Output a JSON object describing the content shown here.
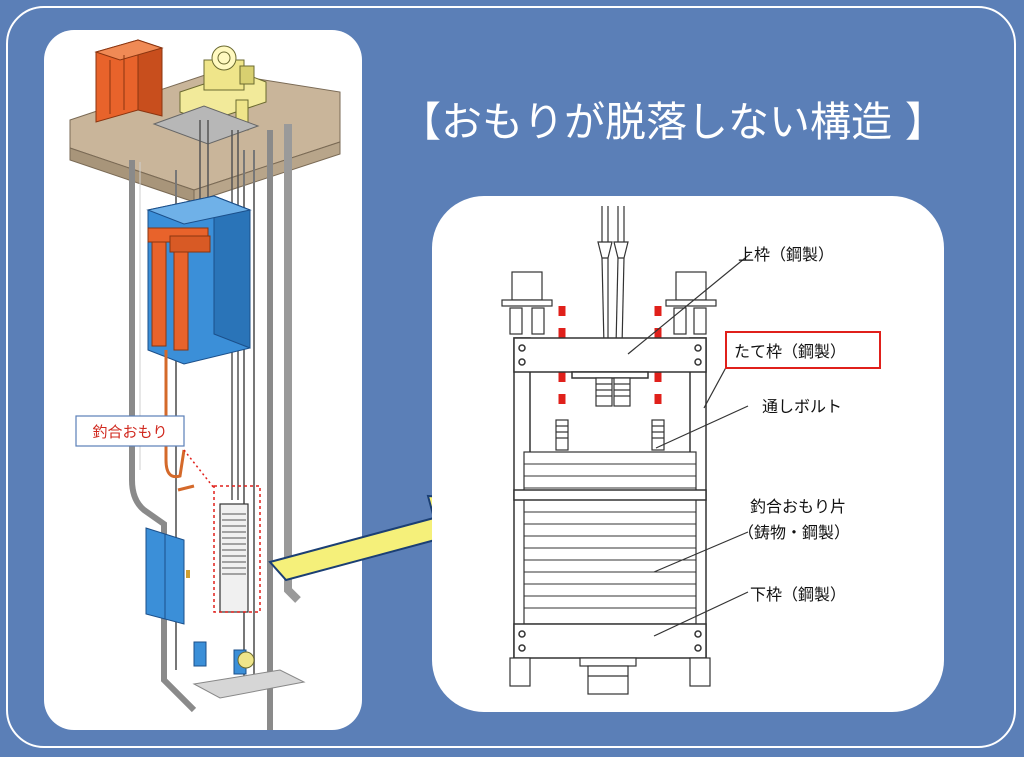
{
  "title": "【おもりが脱落しない構造 】",
  "left_panel": {
    "callout_label": "釣合おもり"
  },
  "right_panel": {
    "labels": {
      "upper_frame": "上枠（鋼製）",
      "vertical_frame": "たて枠（鋼製）",
      "through_bolt": "通しボルト",
      "weight_piece_line1": "釣合おもり片",
      "weight_piece_line2": "（鋳物・鋼製）",
      "lower_frame": "下枠（鋼製）"
    }
  },
  "colors": {
    "background": "#5b7fb7",
    "arrow_fill": "#f5f07a",
    "highlight_red": "#e0201b",
    "machine_orange": "#e8632b",
    "car_blue": "#3b8fd8"
  }
}
